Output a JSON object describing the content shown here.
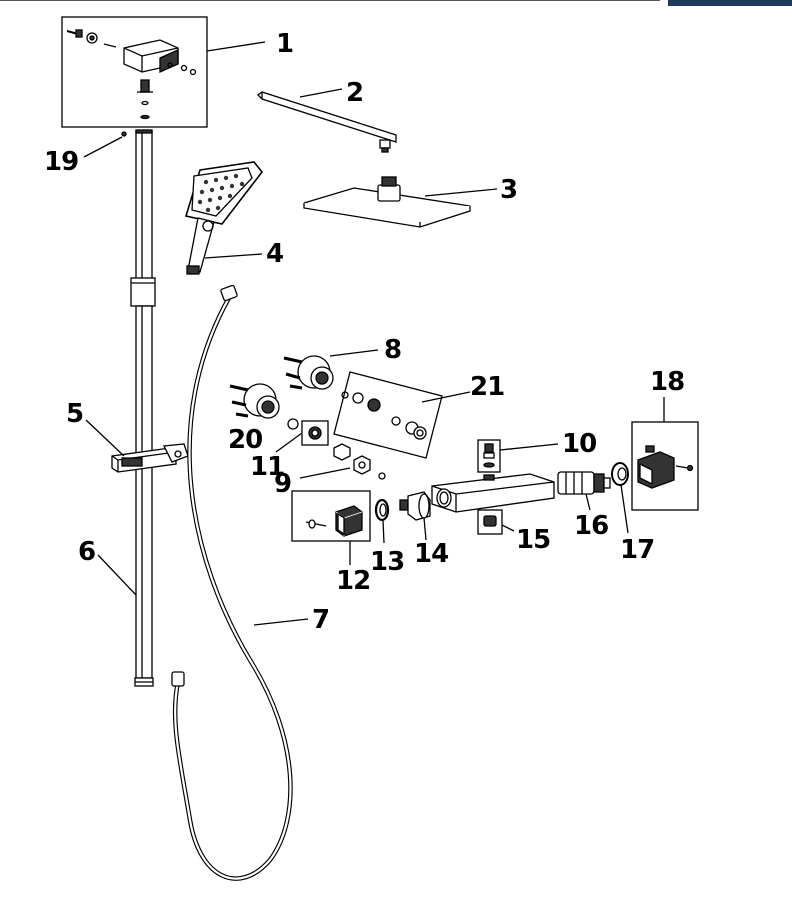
{
  "diagram": {
    "callouts": [
      {
        "id": "1",
        "label": "1"
      },
      {
        "id": "2",
        "label": "2"
      },
      {
        "id": "3",
        "label": "3"
      },
      {
        "id": "4",
        "label": "4"
      },
      {
        "id": "5",
        "label": "5"
      },
      {
        "id": "6",
        "label": "6"
      },
      {
        "id": "7",
        "label": "7"
      },
      {
        "id": "8",
        "label": "8"
      },
      {
        "id": "9",
        "label": "9"
      },
      {
        "id": "10",
        "label": "10"
      },
      {
        "id": "11",
        "label": "11"
      },
      {
        "id": "12",
        "label": "12"
      },
      {
        "id": "13",
        "label": "13"
      },
      {
        "id": "14",
        "label": "14"
      },
      {
        "id": "15",
        "label": "15"
      },
      {
        "id": "16",
        "label": "16"
      },
      {
        "id": "17",
        "label": "17"
      },
      {
        "id": "18",
        "label": "18"
      },
      {
        "id": "19",
        "label": "19"
      },
      {
        "id": "20",
        "label": "20"
      },
      {
        "id": "21",
        "label": "21"
      }
    ]
  },
  "colors": {
    "line": "#000000",
    "part_fill": "#ffffff",
    "dark_part": "#222222",
    "header_accent": "#1e3b5a"
  }
}
